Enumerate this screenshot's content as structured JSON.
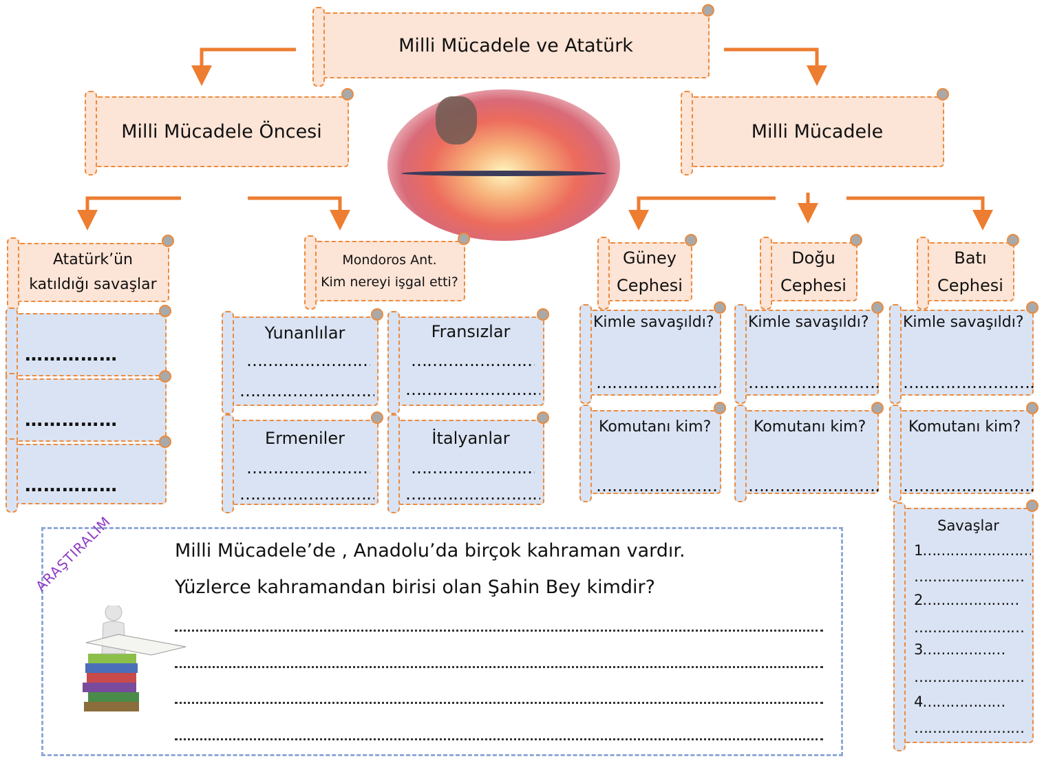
{
  "title": "Milli Mücadele ve Atatürk",
  "left_branch": "Milli Mücadele Öncesi",
  "right_branch": "Milli Mücadele",
  "ataturk_box": {
    "line1": "Atatürk’ün",
    "line2": "katıldığı savaşlar"
  },
  "ataturk_blanks": [
    "……………",
    "……………",
    "……………"
  ],
  "mondoros_box": {
    "line1": "Mondoros Ant.",
    "line2": "Kim nereyi işgal etti?"
  },
  "occupiers": [
    {
      "name": "Yunanlılar",
      "dots1": "………………………",
      "dots2": "………………………"
    },
    {
      "name": "Fransızlar",
      "dots1": "………………………",
      "dots2": "………………………"
    },
    {
      "name": "Ermeniler",
      "dots1": "………………………",
      "dots2": "………………………"
    },
    {
      "name": "İtalyanlar",
      "dots1": "………………………",
      "dots2": "………………………"
    }
  ],
  "fronts": [
    {
      "line1": "Güney",
      "line2": "Cephesi",
      "q1": "Kimle savaşıldı?",
      "q2": "Komutanı kim?",
      "dots": "………………………"
    },
    {
      "line1": "Doğu",
      "line2": "Cephesi",
      "q1": "Kimle savaşıldı?",
      "q2": "Komutanı kim?",
      "dots": "………………………"
    },
    {
      "line1": "Batı",
      "line2": "Cephesi",
      "q1": "Kimle savaşıldı?",
      "q2": "Komutanı kim?",
      "dots": "………………………"
    }
  ],
  "battles": {
    "title": "Savaşlar",
    "items": [
      "1……………………",
      "2…………………",
      "3………………",
      "4………………"
    ],
    "dots": "……………………"
  },
  "research": {
    "tag": "ARAŞTIRALIM",
    "line1": "Milli Mücadele’de , Anadolu’da birçok kahraman vardır.",
    "line2": "Yüzlerce kahramandan birisi olan Şahin Bey kimdir?"
  },
  "colors": {
    "orange": "#ed7d31",
    "peach": "#fce4d6",
    "blue": "#dae3f3",
    "dash": "#8fa8d8",
    "tag": "#8e3ac4"
  }
}
